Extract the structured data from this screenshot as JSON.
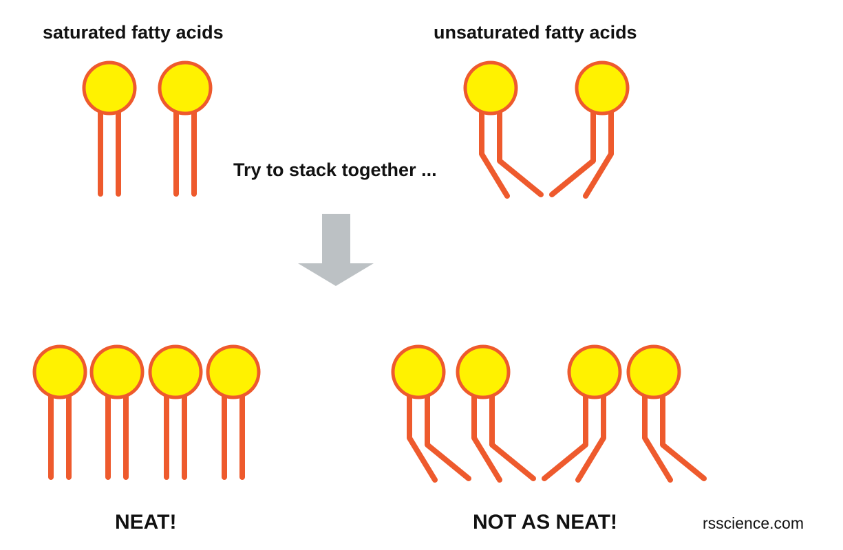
{
  "labels": {
    "saturated": "saturated fatty acids",
    "unsaturated": "unsaturated fatty acids",
    "prompt": "Try to stack together ...",
    "neat": "NEAT!",
    "not_neat": "NOT AS NEAT!",
    "credit": "rsscience.com"
  },
  "colors": {
    "head_fill": "#FFF200",
    "lipid_orange": "#EE5A2D",
    "arrow_gray": "#BCC1C4",
    "text": "#111111"
  }
}
